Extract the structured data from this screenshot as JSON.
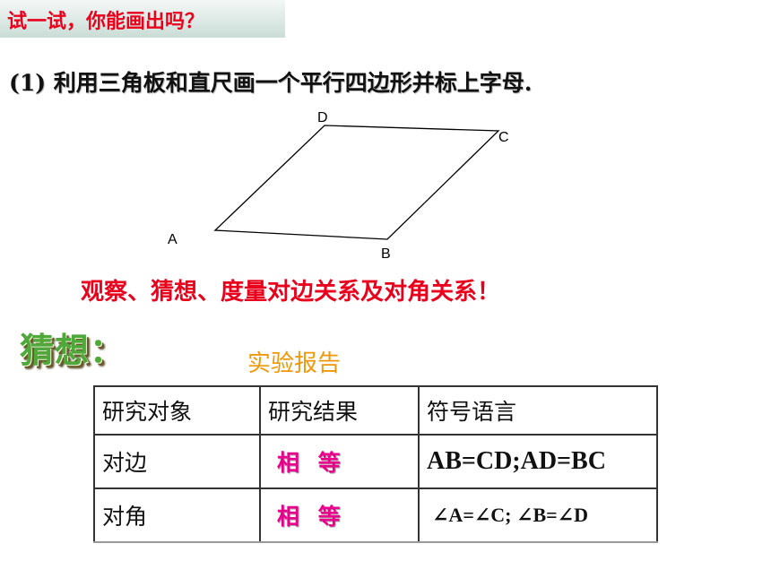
{
  "banner": {
    "text": "试一试，你能画出吗？"
  },
  "task": {
    "text": "(1) 利用三角板和直尺画一个平行四边形并标上字母."
  },
  "figure": {
    "labels": {
      "a": "A",
      "b": "B",
      "c": "C",
      "d": "D"
    }
  },
  "observe": {
    "text": "观察、猜想、度量对边关系及对角关系！"
  },
  "guess": {
    "title": "猜想："
  },
  "report": {
    "title": "实验报告",
    "headers": [
      "研究对象",
      "研究结果",
      "符号语言"
    ],
    "rows": [
      {
        "object": "对边",
        "result": "相 等",
        "symbol": "AB=CD;AD=BC"
      },
      {
        "object": "对角",
        "result": "相 等",
        "symbol": "∠A=∠C; ∠B=∠D"
      }
    ]
  },
  "colors": {
    "red": "#e8001c",
    "magenta": "#e8008c",
    "orange": "#f0980a",
    "green": "#4fa83a"
  }
}
